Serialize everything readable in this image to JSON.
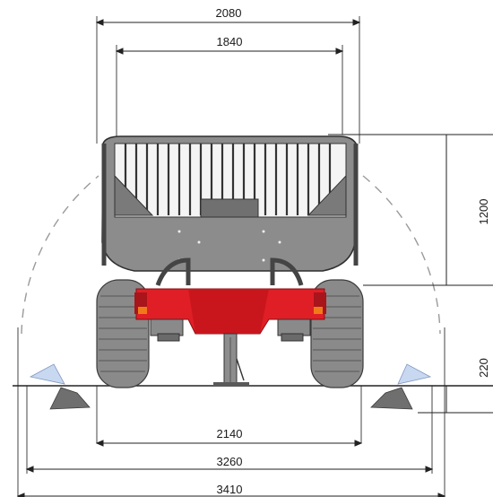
{
  "dimensions": {
    "overall_width_2080": "2080",
    "inner_width_1840": "1840",
    "height_1200": "1200",
    "track_width_2140": "2140",
    "ground_clearance_220": "220",
    "outer_width_3260": "3260",
    "max_width_3410": "3410"
  },
  "colors": {
    "frame_red": "#e01e26",
    "body_gray": "#6e6e6e",
    "tire_gray": "#8a8a8a",
    "dim_line": "#222222",
    "guide_dash": "#9a9a9a",
    "jaw_blue": "#c8d8f0"
  }
}
